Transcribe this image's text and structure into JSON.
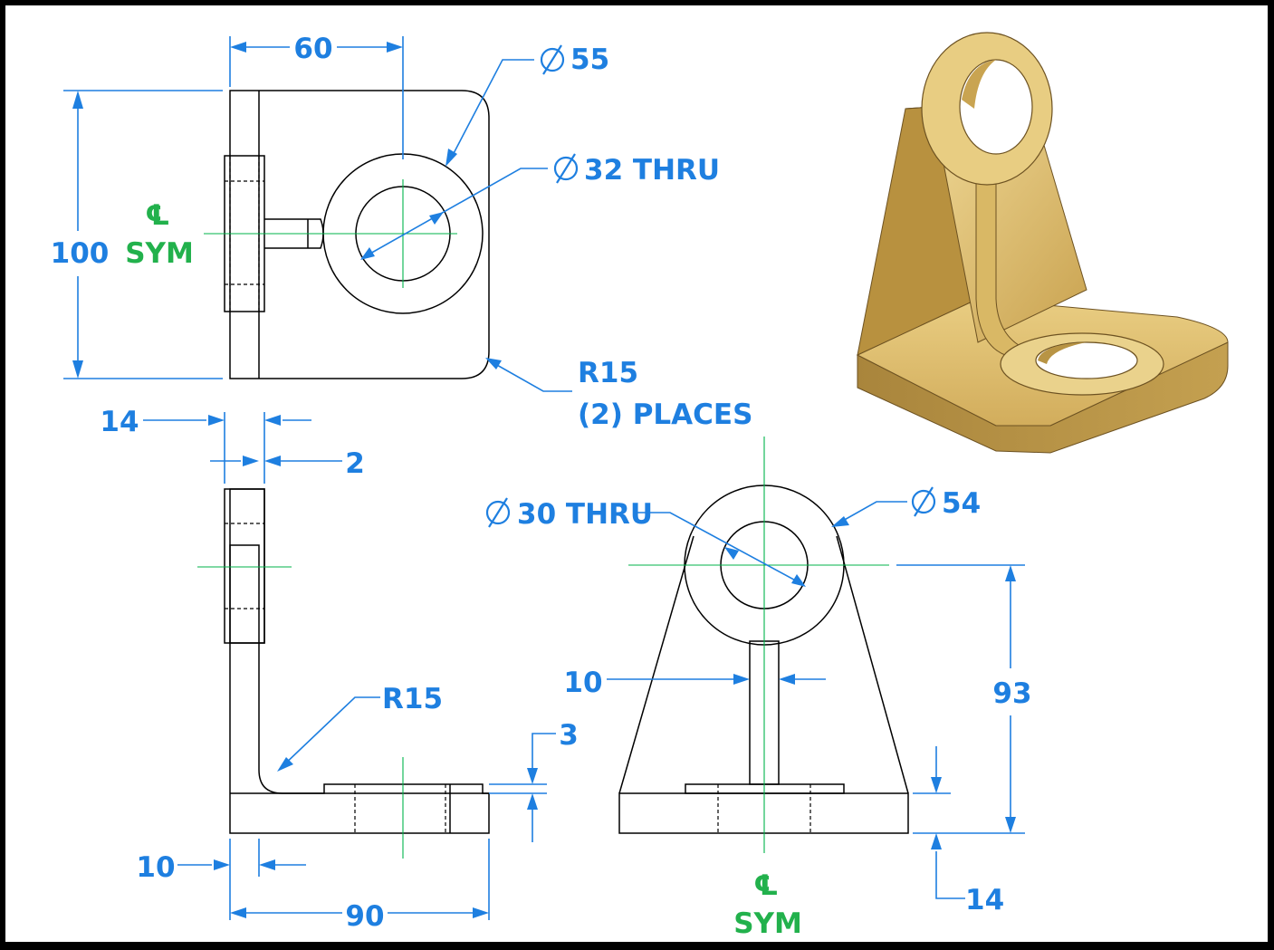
{
  "front_view": {
    "dim_width": "60",
    "dim_height": "100",
    "dim_boss_dia": "55",
    "dim_hole_dia": "32 THRU",
    "corner_radius": "R15",
    "corner_radius_note": "(2) PLACES",
    "centerline_symbol": "℄",
    "centerline_label": "SYM"
  },
  "side_view": {
    "dim_upright_thickness": "14",
    "dim_boss_offset": "2",
    "dim_fillet": "R15",
    "dim_boss_height": "3",
    "dim_base_thickness": "10",
    "dim_length": "90"
  },
  "end_view": {
    "dim_hole_dia": "30 THRU",
    "dim_boss_dia": "54",
    "dim_rib_thickness": "10",
    "dim_center_height": "93",
    "dim_base_thickness": "14",
    "centerline_symbol": "℄",
    "centerline_label": "SYM"
  },
  "colors": {
    "dimension": "#1e7fe0",
    "centerline": "#22b14c",
    "part_shade": "#e2c374"
  }
}
